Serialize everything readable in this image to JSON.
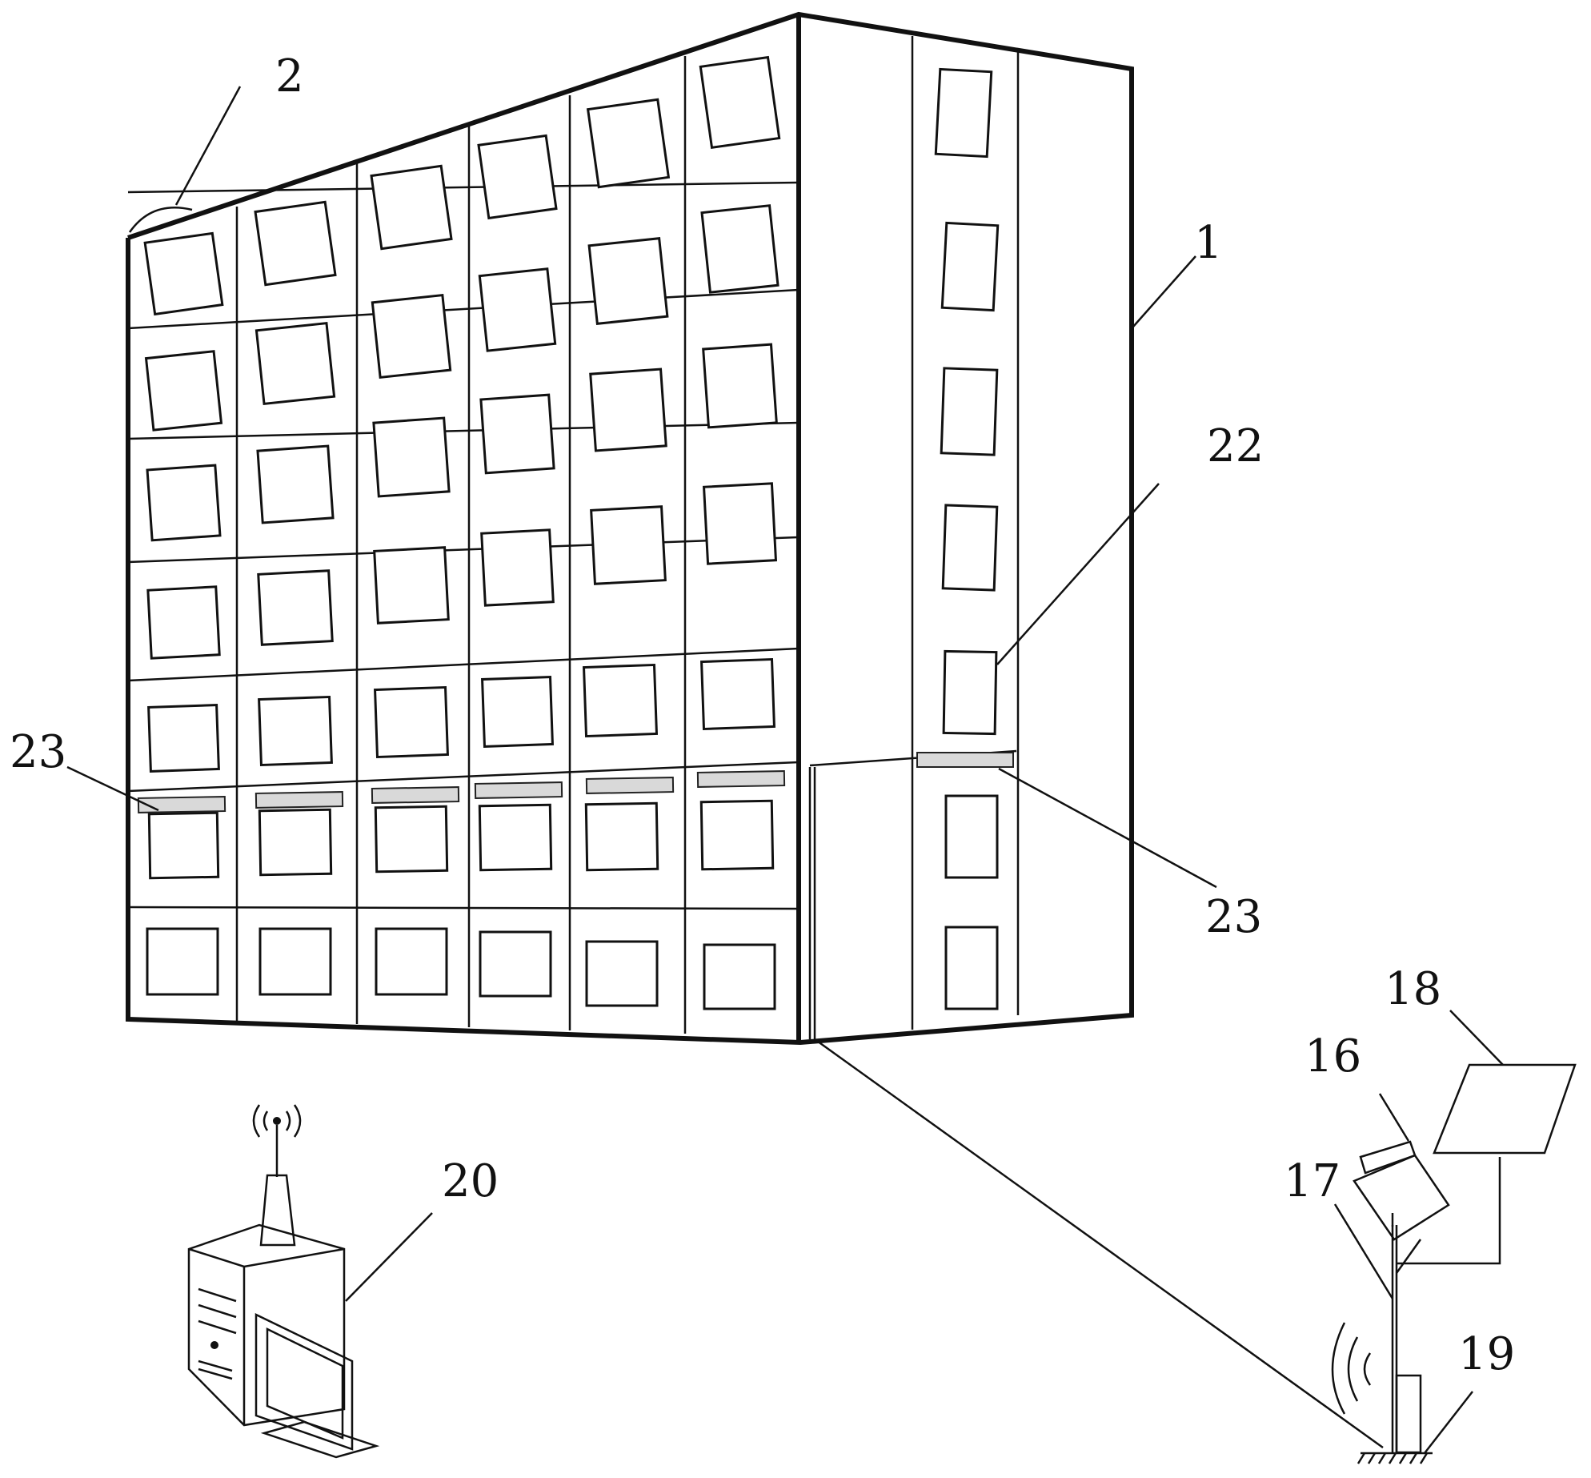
{
  "labels": {
    "building": "1",
    "roof_device": "2",
    "side_panel": "22",
    "sensor_left": "23",
    "sensor_right": "23",
    "camera": "16",
    "pole": "17",
    "solar_panel": "18",
    "base_box": "19",
    "server": "20"
  },
  "colors": {
    "line": "#111111",
    "sensor_fill": "#d9d9d9",
    "background": "#ffffff"
  },
  "icons": {
    "antenna_signal": "wifi-signal-icon",
    "pole_signal": "signal-arc-icon"
  }
}
